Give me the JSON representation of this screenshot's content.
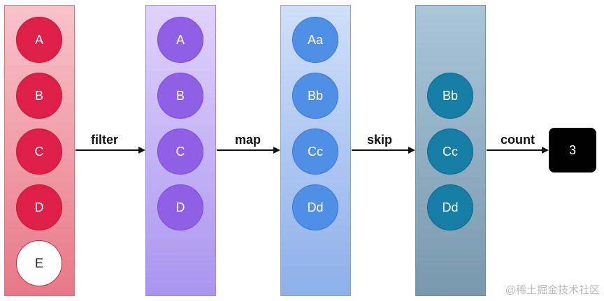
{
  "columns": {
    "source": [
      "A",
      "B",
      "C",
      "D",
      "E"
    ],
    "filtered": [
      "A",
      "B",
      "C",
      "D"
    ],
    "mapped": [
      "Aa",
      "Bb",
      "Cc",
      "Dd"
    ],
    "skipped": [
      "Bb",
      "Cc",
      "Dd"
    ]
  },
  "operations": {
    "filter": "filter",
    "map": "map",
    "skip": "skip",
    "count": "count"
  },
  "result": "3",
  "watermark": "@稀土掘金技术社区",
  "colors": {
    "source_fill": "#de1f48",
    "source_excluded_fill": "#ffffff",
    "filtered_fill": "#8f5fe6",
    "mapped_fill": "#4f8fe6",
    "skipped_fill": "#157da6",
    "result_fill": "#000000"
  }
}
